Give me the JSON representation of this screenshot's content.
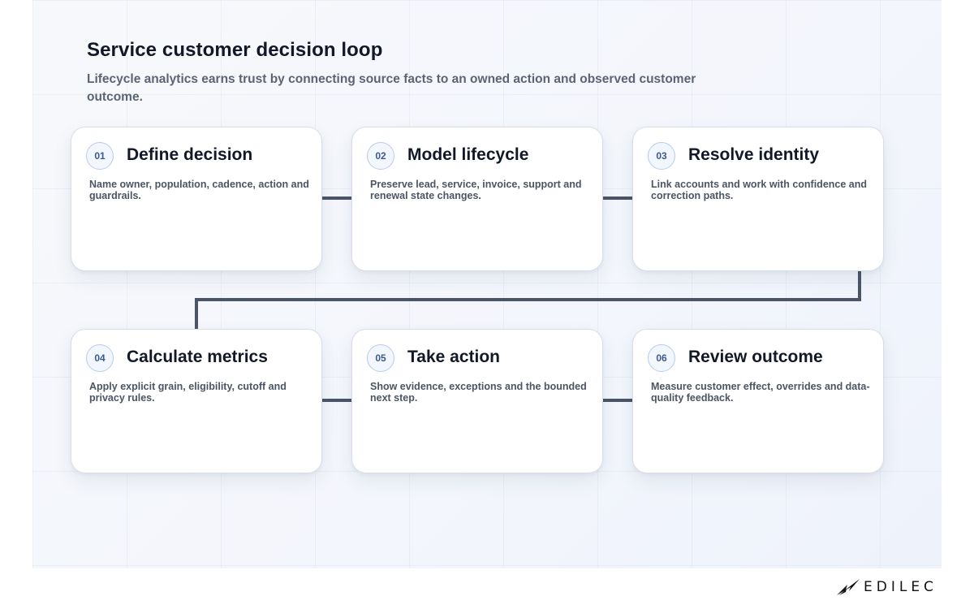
{
  "header": {
    "title": "Service customer decision loop",
    "subtitle": "Lifecycle analytics earns trust by connecting source facts to an owned action and observed customer outcome."
  },
  "steps": [
    {
      "number": "01",
      "title": "Define decision",
      "description": "Name owner, population, cadence, action and guardrails."
    },
    {
      "number": "02",
      "title": "Model lifecycle",
      "description": "Preserve lead, service, invoice, support and renewal state changes."
    },
    {
      "number": "03",
      "title": "Resolve identity",
      "description": "Link accounts and work with confidence and correction paths."
    },
    {
      "number": "04",
      "title": "Calculate metrics",
      "description": "Apply explicit grain, eligibility, cutoff and privacy rules."
    },
    {
      "number": "05",
      "title": "Take action",
      "description": "Show evidence, exceptions and the bounded next step."
    },
    {
      "number": "06",
      "title": "Review outcome",
      "description": "Measure customer effect, overrides and data-quality feedback."
    }
  ],
  "brand": {
    "logo_text": "EDILEC",
    "icon": "edilec-bird-logo-icon"
  },
  "colors": {
    "connector": "#4b5568",
    "badge_border": "#b9cbea",
    "title_text": "#111827"
  }
}
